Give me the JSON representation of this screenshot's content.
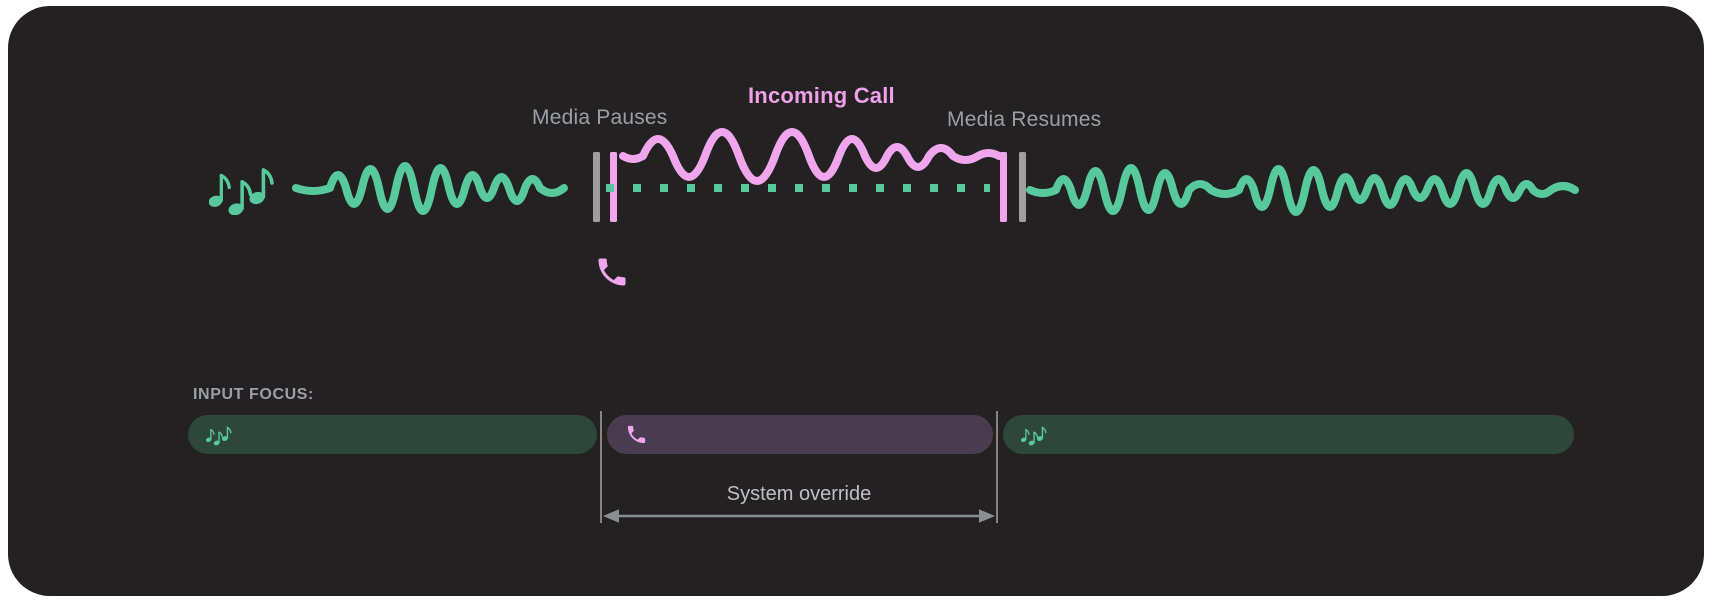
{
  "colors": {
    "page_bg": "#ffffff",
    "panel_bg": "#232122",
    "media_green": "#58c99d",
    "call_pink": "#f0a6ec",
    "incoming_call_text": "#f0a0e8",
    "label_gray": "#9aa0a6",
    "annotation_gray": "#bdc1c6",
    "marker_gray": "#9e9e9e",
    "focus_media_bg": "#2d483b",
    "focus_call_bg": "#4a3c50",
    "guide_gray": "#8a8f94"
  },
  "timeline": {
    "media_pauses_label": "Media Pauses",
    "incoming_call_label": "Incoming Call",
    "media_resumes_label": "Media Resumes",
    "media_icon": "music-notes-icon",
    "call_icon": "phone-icon"
  },
  "input_focus": {
    "label": "INPUT FOCUS:",
    "segments": [
      {
        "type": "media",
        "icon": "music-notes-icon"
      },
      {
        "type": "call",
        "icon": "phone-icon"
      },
      {
        "type": "media",
        "icon": "music-notes-icon"
      }
    ],
    "annotation": "System override"
  }
}
